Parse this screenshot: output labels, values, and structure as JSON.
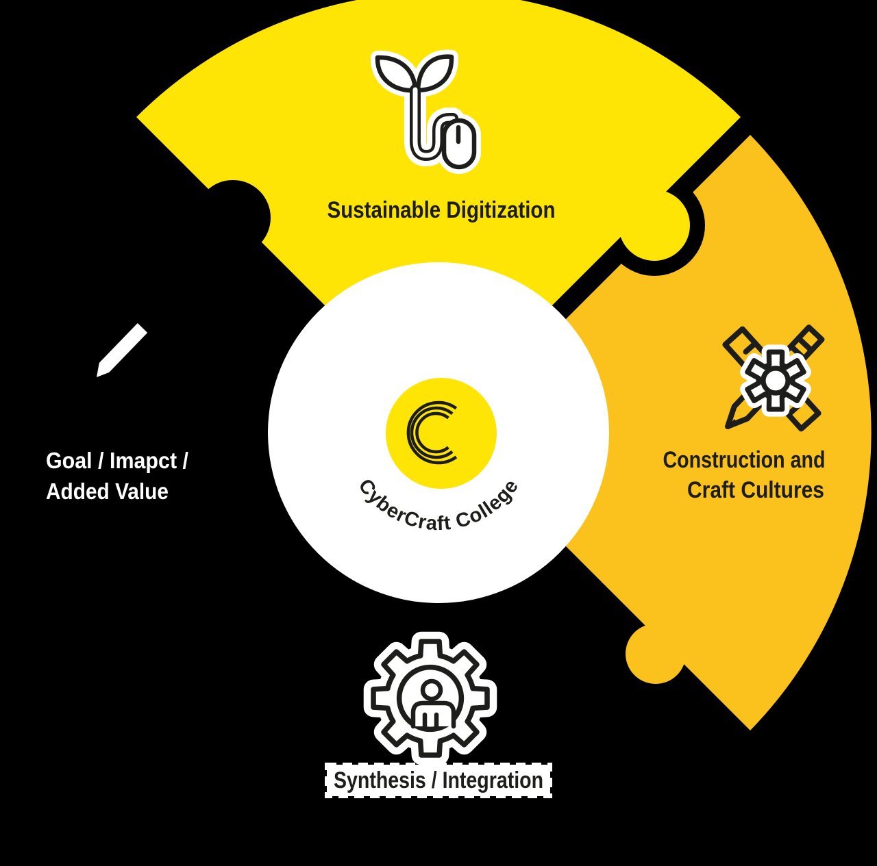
{
  "colors": {
    "background": "#000000",
    "piece_yellow": "#FFE506",
    "piece_amber": "#FBC21D",
    "ink": "#1D1D1B",
    "white": "#FFFFFF"
  },
  "center": {
    "org_name": "CyberCraft College",
    "logo_letter": "C"
  },
  "pieces": {
    "top": {
      "label": "Sustainable Digitization",
      "icon": "seedling-mouse-icon"
    },
    "right": {
      "label_line1": "Construction and",
      "label_line2": "Craft Cultures",
      "icon": "gear-pencil-ruler-icon"
    },
    "left": {
      "label_line1": "Goal / Imapct /",
      "label_line2": "Added Value",
      "icon": "pencil-icon"
    },
    "bottom": {
      "label": "Synthesis / Integration",
      "icon": "gear-person-icon"
    }
  }
}
